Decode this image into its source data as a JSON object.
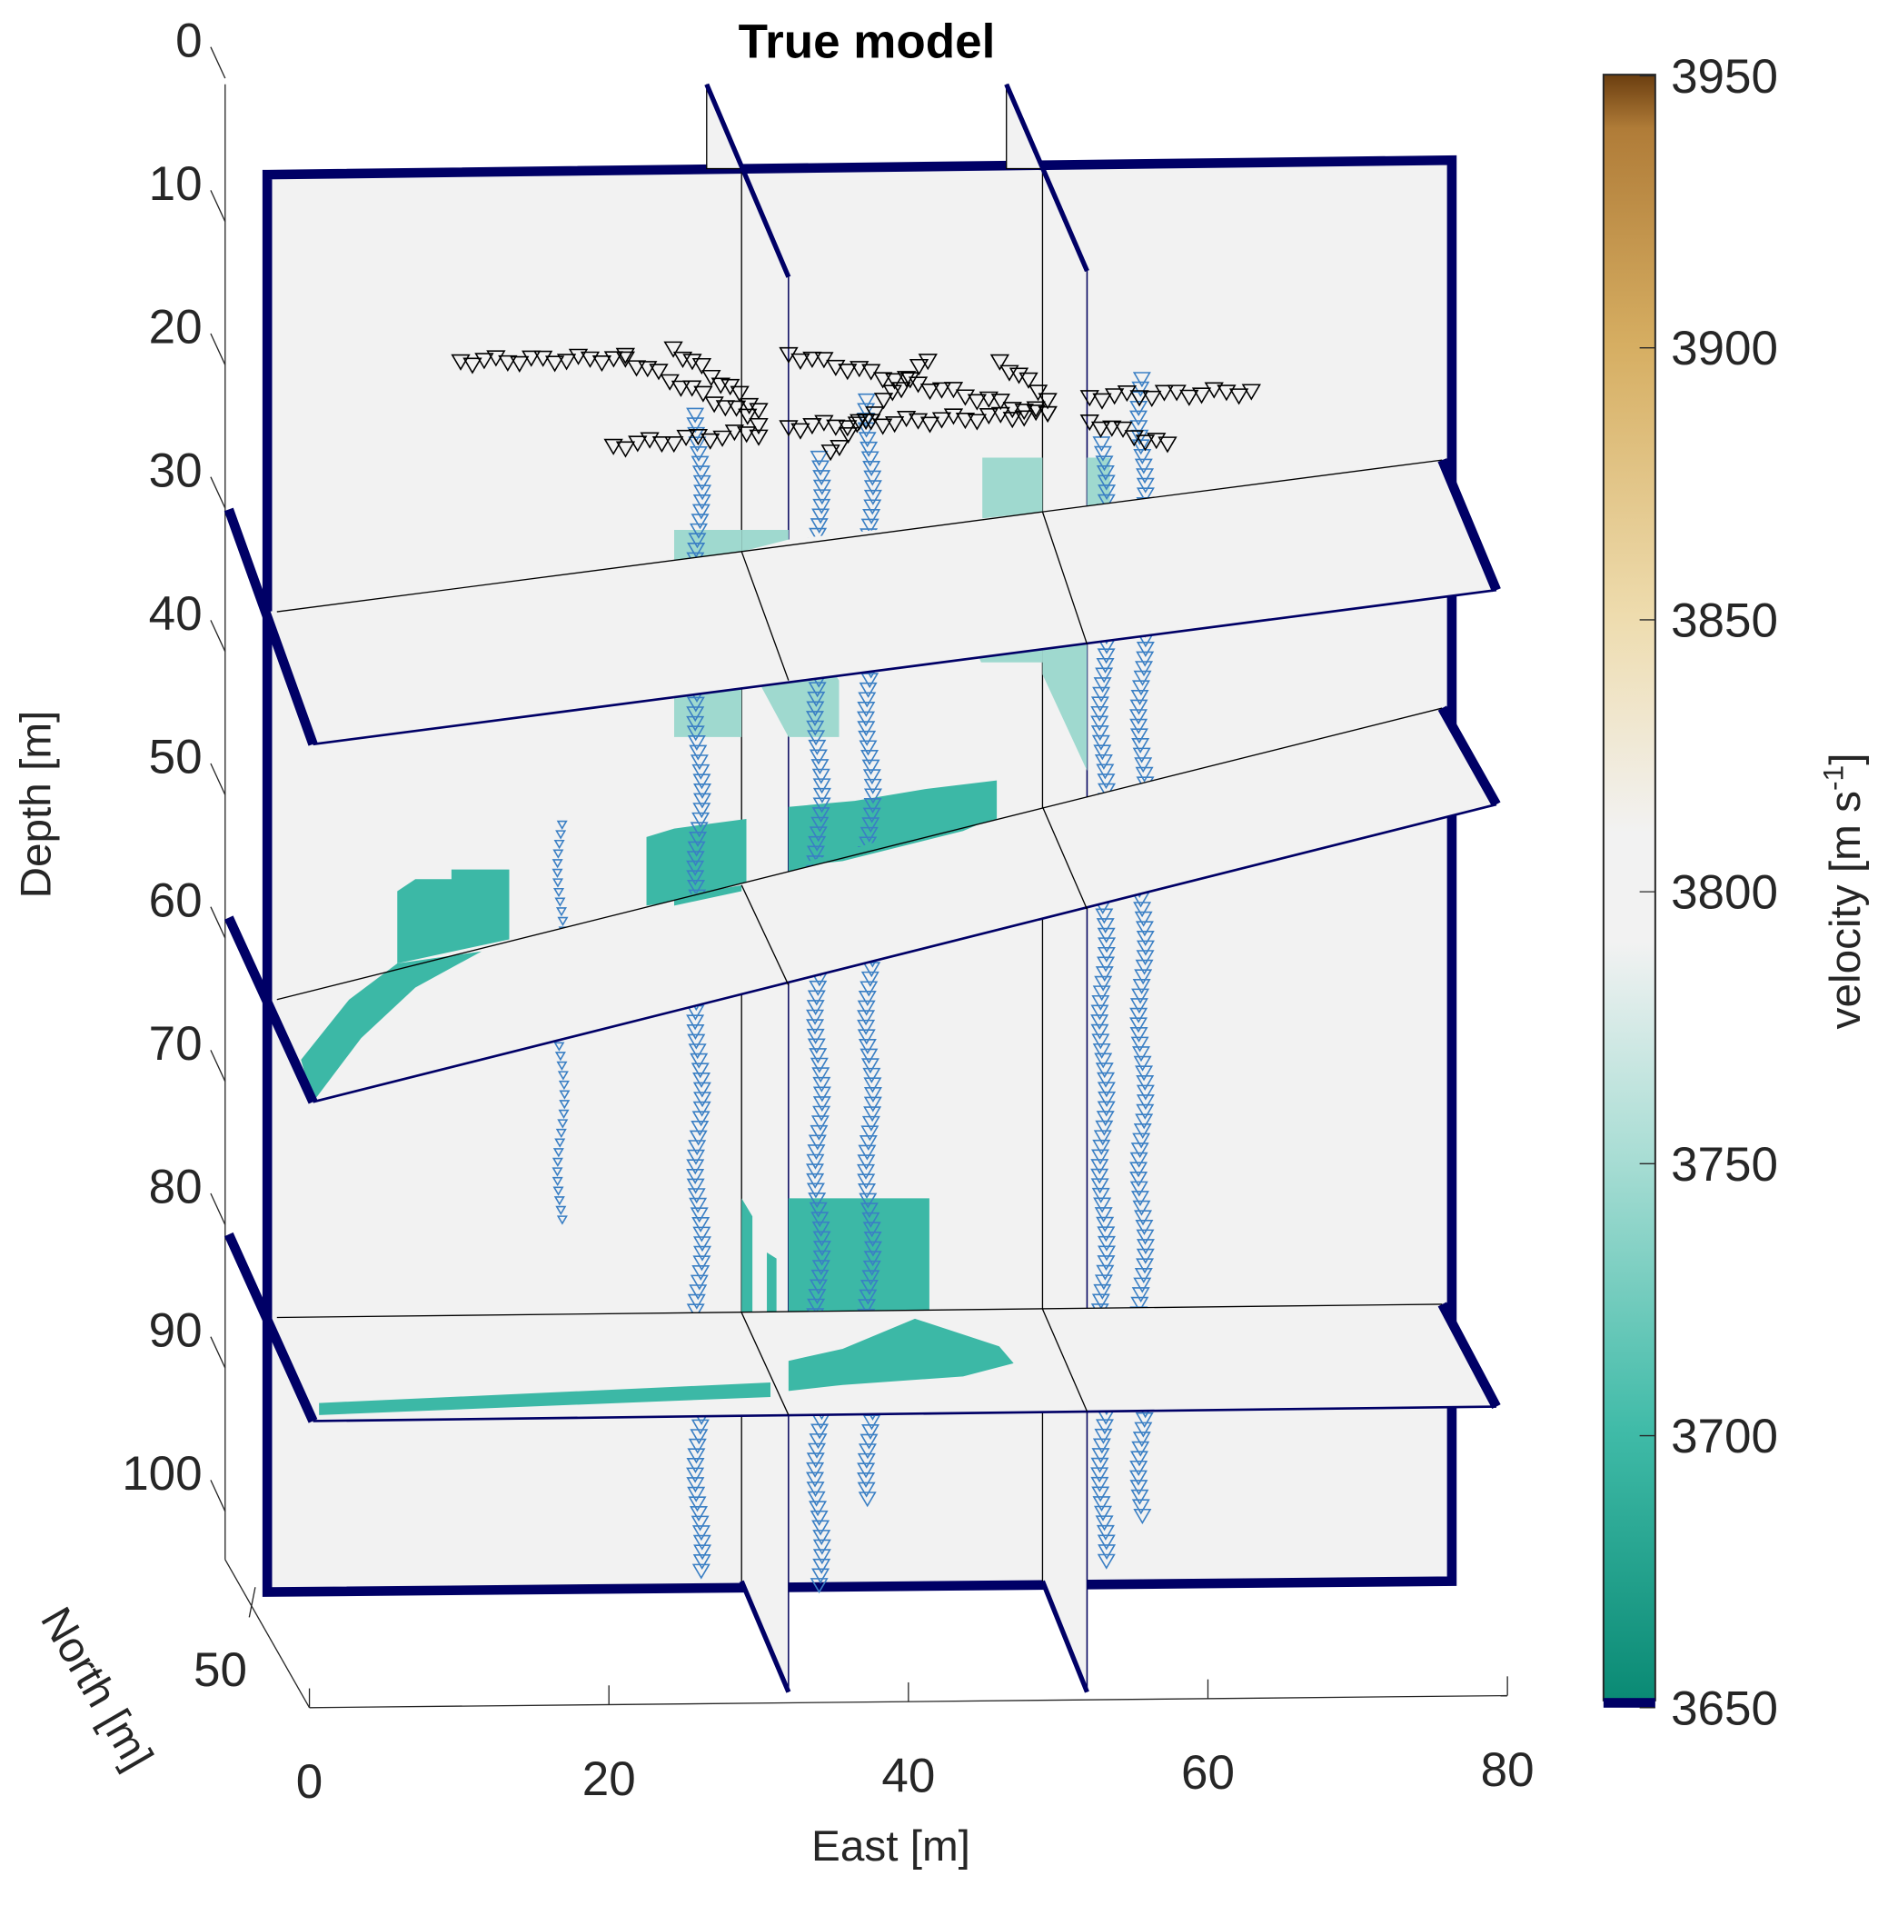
{
  "chart_data": {
    "type": "3d-slice",
    "title": "True model",
    "xlabel": "East [m]",
    "ylabel": "North [m]",
    "zlabel": "Depth [m]",
    "x_ticks": [
      "0",
      "20",
      "40",
      "60",
      "80"
    ],
    "x_tick_values": [
      0,
      20,
      40,
      60,
      80
    ],
    "y_ticks": [
      "50"
    ],
    "z_ticks": [
      "0",
      "10",
      "20",
      "30",
      "40",
      "50",
      "60",
      "70",
      "80",
      "90",
      "100"
    ],
    "z_tick_values": [
      0,
      10,
      20,
      30,
      40,
      50,
      60,
      70,
      80,
      90,
      100
    ],
    "xlim": [
      0,
      80
    ],
    "zlim": [
      0,
      100
    ],
    "colorbar": {
      "label": "velocity [m s",
      "label_sup": "-1",
      "label_end": "]",
      "ticks": [
        "3950",
        "3900",
        "3850",
        "3800",
        "3750",
        "3700",
        "3650"
      ],
      "tick_values": [
        3950,
        3900,
        3850,
        3800,
        3750,
        3700,
        3650
      ],
      "range": [
        3650,
        3950
      ],
      "colormap": [
        {
          "value": 3650,
          "color": "#0a8a74"
        },
        {
          "value": 3700,
          "color": "#40bba8"
        },
        {
          "value": 3750,
          "color": "#a8ddd4"
        },
        {
          "value": 3790,
          "color": "#f2f2f2"
        },
        {
          "value": 3810,
          "color": "#f2f2f2"
        },
        {
          "value": 3850,
          "color": "#eedcae"
        },
        {
          "value": 3900,
          "color": "#d6ae62"
        },
        {
          "value": 3940,
          "color": "#b07c38"
        },
        {
          "value": 3950,
          "color": "#6b3e10"
        }
      ],
      "under_color": "#000066"
    },
    "slice_color": "#000066",
    "background_value_color": "#f2f2f2",
    "anomaly_colors": {
      "weak": "#9fd9cf",
      "strong": "#3cb8a6"
    },
    "borehole_receivers": [
      {
        "east": 26.0,
        "depth_top": 26,
        "depth_bottom": 107
      },
      {
        "east": 34.0,
        "depth_top": 29,
        "depth_bottom": 108
      },
      {
        "east": 37.4,
        "depth_top": 25,
        "depth_bottom": 102
      },
      {
        "east": 53.0,
        "depth_top": 28,
        "depth_bottom": 106
      },
      {
        "east": 55.6,
        "depth_top": 23.5,
        "depth_bottom": 103
      },
      {
        "east": 16.8,
        "depth_top": 54.6,
        "depth_bottom": 82.8
      }
    ],
    "borehole_receiver_color": "#3a7fc4",
    "surface_receiver_color": "#000000",
    "surface_receiver_lines": [
      [
        10.1,
        22.3,
        21.1,
        22.1
      ],
      [
        21.1,
        22.1,
        30.0,
        26.5
      ],
      [
        24.3,
        21.4,
        30.0,
        25.6
      ],
      [
        20.3,
        28.2,
        30.0,
        27.3
      ],
      [
        32.0,
        21.8,
        49.3,
        26.0
      ],
      [
        34.8,
        28.6,
        41.3,
        22.3
      ],
      [
        32.0,
        26.9,
        49.3,
        26.0
      ],
      [
        46.1,
        22.3,
        49.3,
        24.8
      ],
      [
        52.1,
        24.8,
        62.9,
        24.4
      ],
      [
        52.1,
        26.5,
        57.3,
        28.2
      ]
    ]
  }
}
